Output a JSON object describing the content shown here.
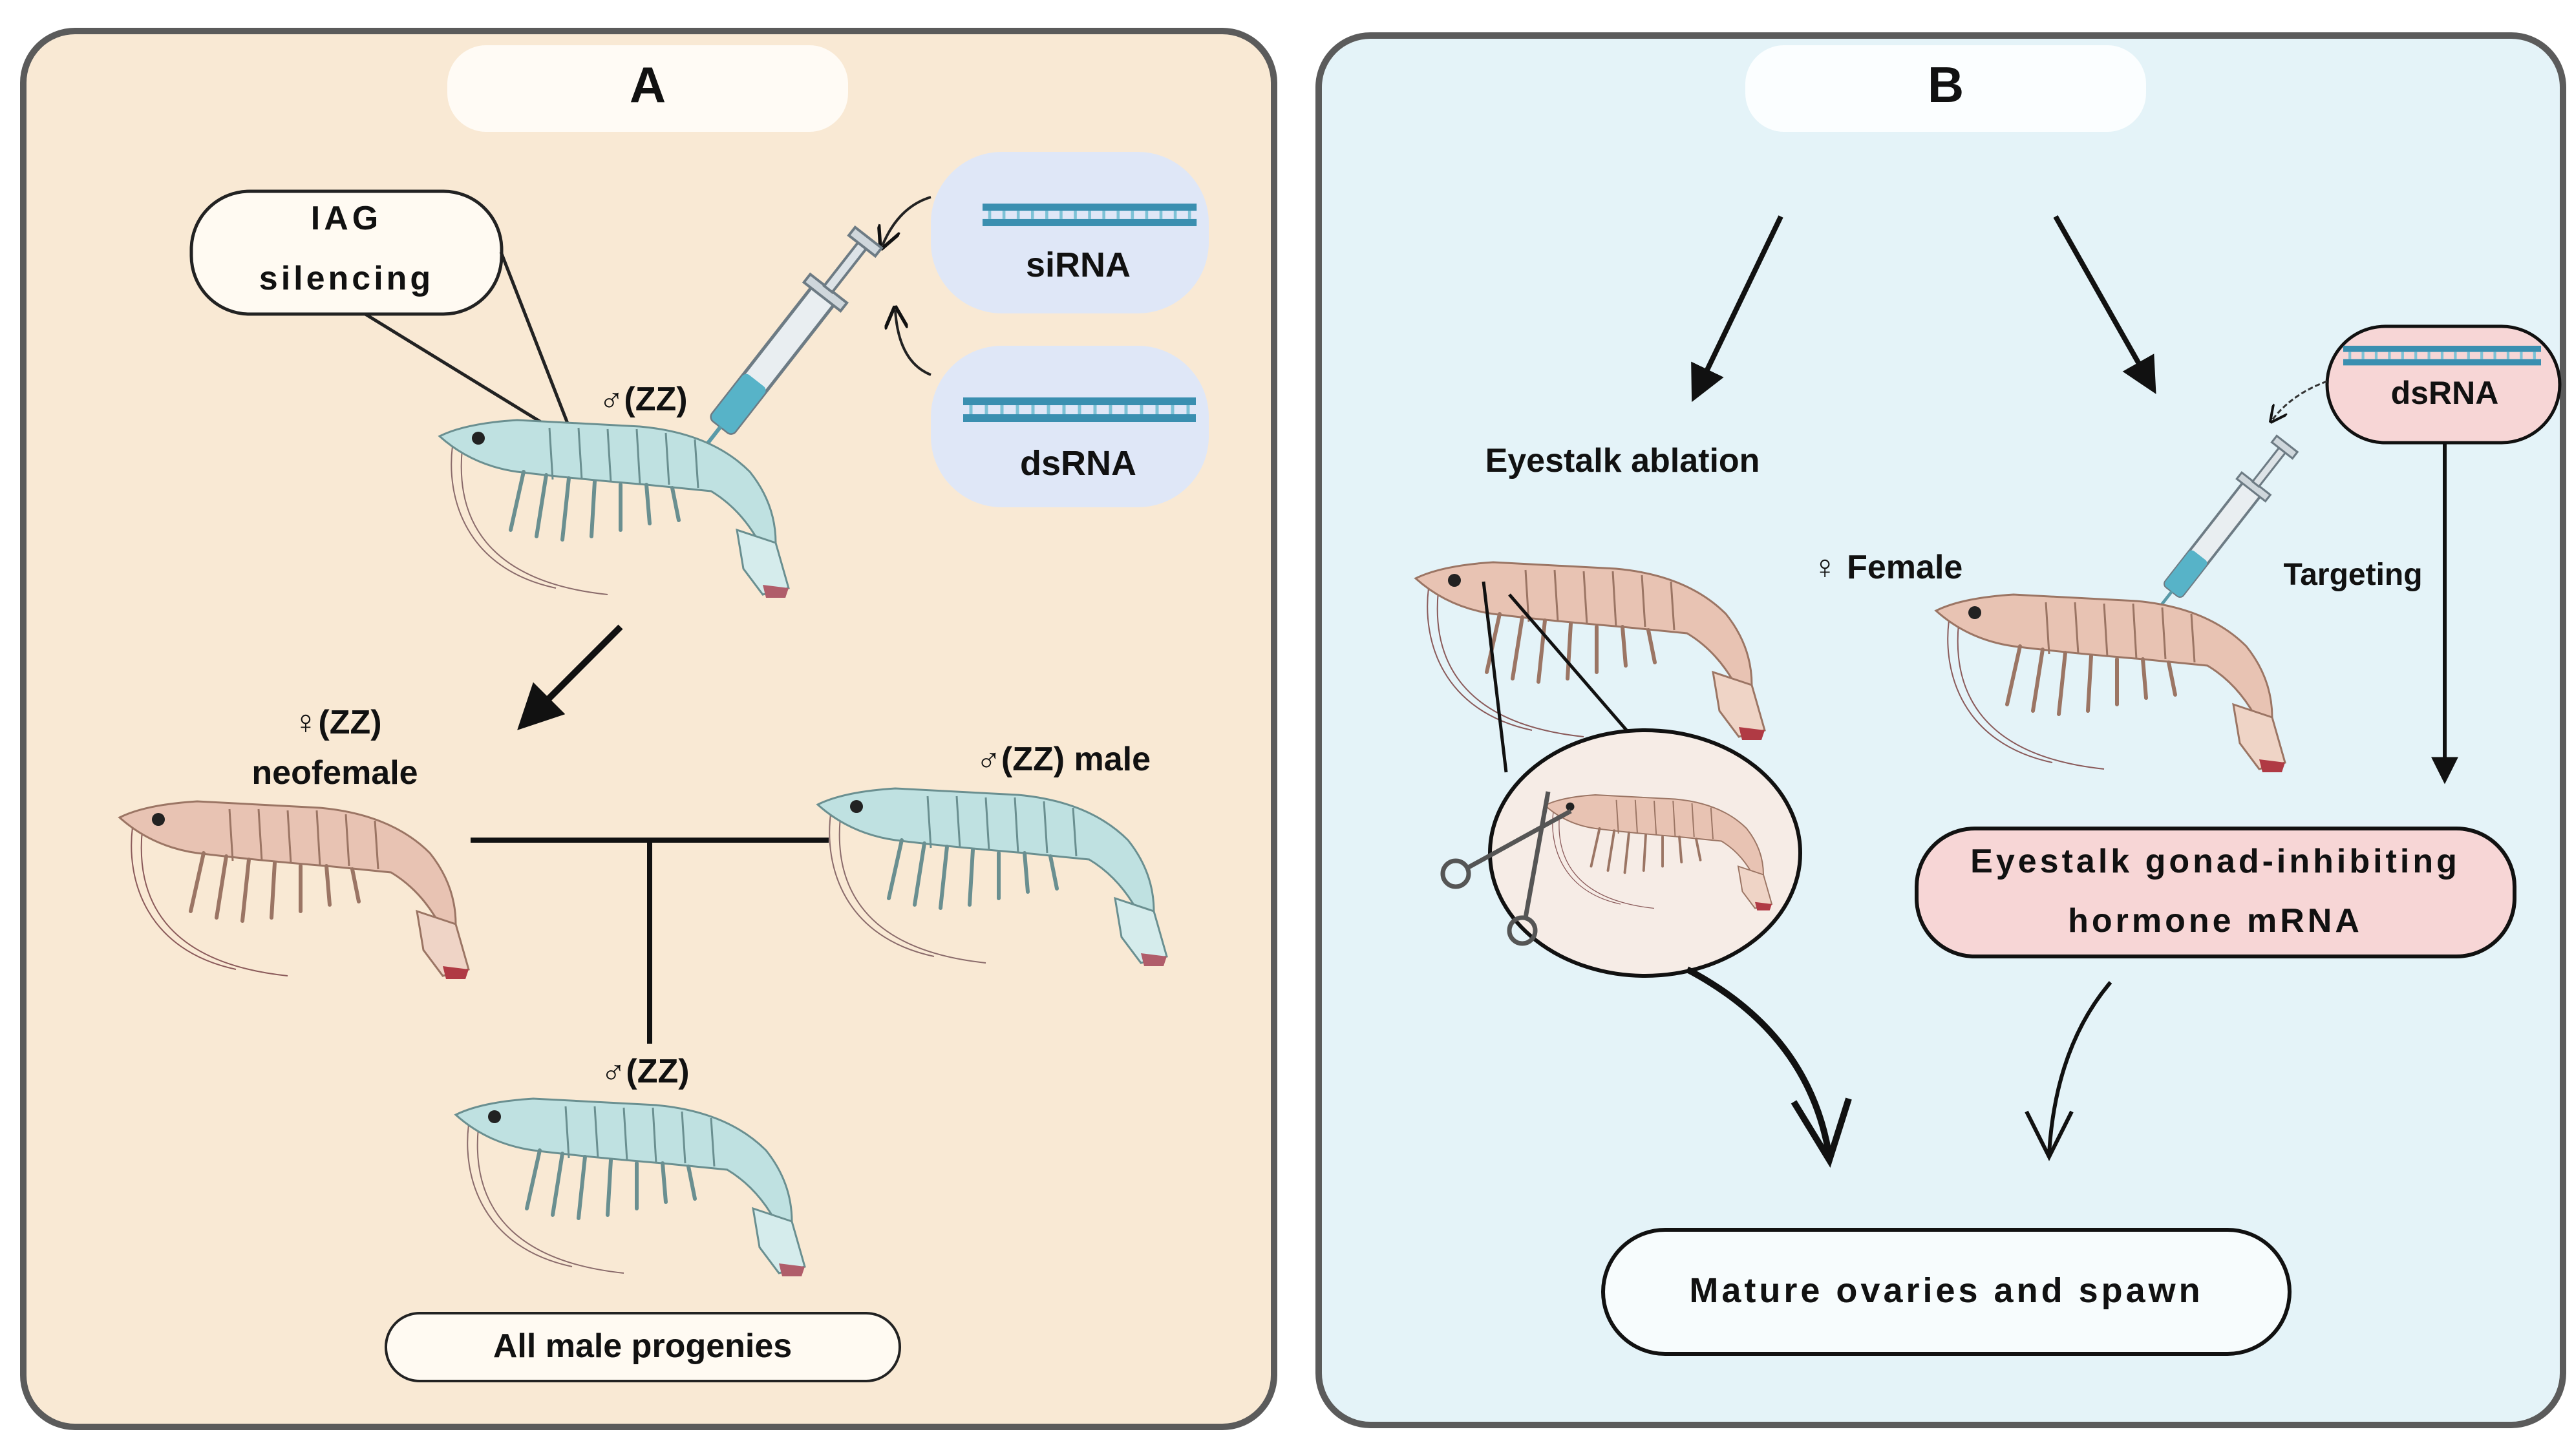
{
  "panel_a": {
    "letter": "A",
    "iag_line1": "IAG",
    "iag_line2": "silencing",
    "sirna_label": "siRNA",
    "dsrna_label": "dsRNA",
    "male_top_label": "♂(ZZ)",
    "neofemale_label1": "♀(ZZ)",
    "neofemale_label2": "neofemale",
    "male_right_label": "♂(ZZ) male",
    "progeny_symbol": "♂(ZZ)",
    "result_label": "All male progenies"
  },
  "panel_b": {
    "letter": "B",
    "ablation_label": "Eyestalk ablation",
    "female_label": "♀ Female",
    "dsrna_label": "dsRNA",
    "targeting_label": "Targeting",
    "hormone_line1": "Eyestalk gonad-inhibiting",
    "hormone_line2": "hormone mRNA",
    "result_label": "Mature ovaries and spawn"
  },
  "colors": {
    "panel_a_bg": "#f9e9d4",
    "panel_b_bg": "#e4f3f8",
    "panel_border": "#5b5b5b",
    "male_shrimp": "#bfe1e1",
    "female_shrimp": "#e8c3b3",
    "rna_bubble": "#dfe7f7",
    "pink_box": "#f7d6d6"
  },
  "icons": [
    "syringe-icon",
    "scissors-icon",
    "rna-strand-icon",
    "shrimp-icon"
  ]
}
